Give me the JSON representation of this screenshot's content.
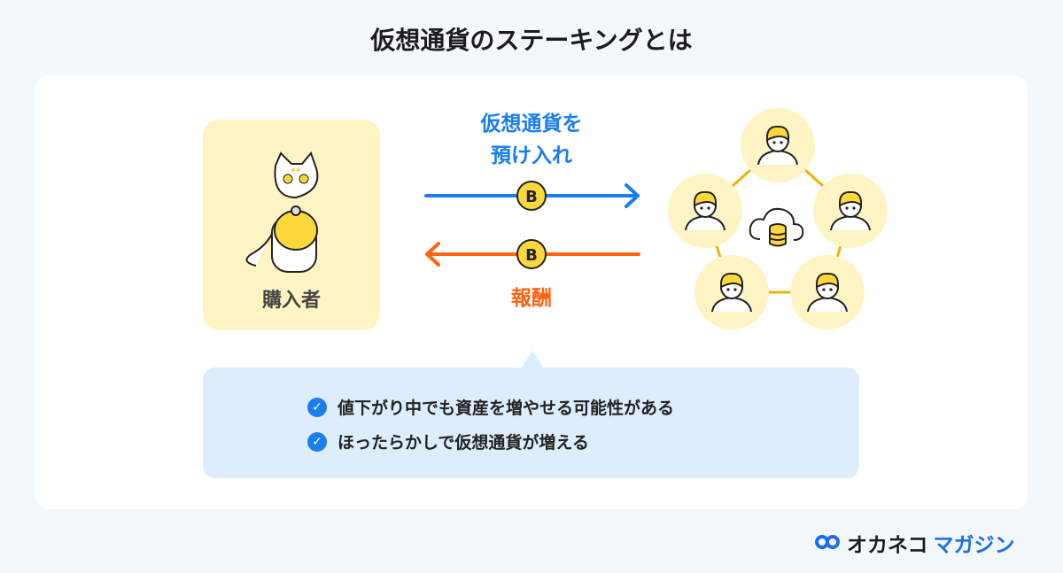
{
  "title": "仮想通貨のステーキングとは",
  "buyer": {
    "label": "購入者"
  },
  "deposit": {
    "line1": "仮想通貨を",
    "line2": "預け入れ",
    "color": "#1a7ef0"
  },
  "reward": {
    "label": "報酬",
    "color": "#ff6410"
  },
  "coin_symbol": "B",
  "benefits": [
    "値下がり中でも資産を増やせる可能性がある",
    "ほったらかしで仮想通貨が増える"
  ],
  "logo": {
    "part1": "オカネコ",
    "part2": "マガジン"
  }
}
